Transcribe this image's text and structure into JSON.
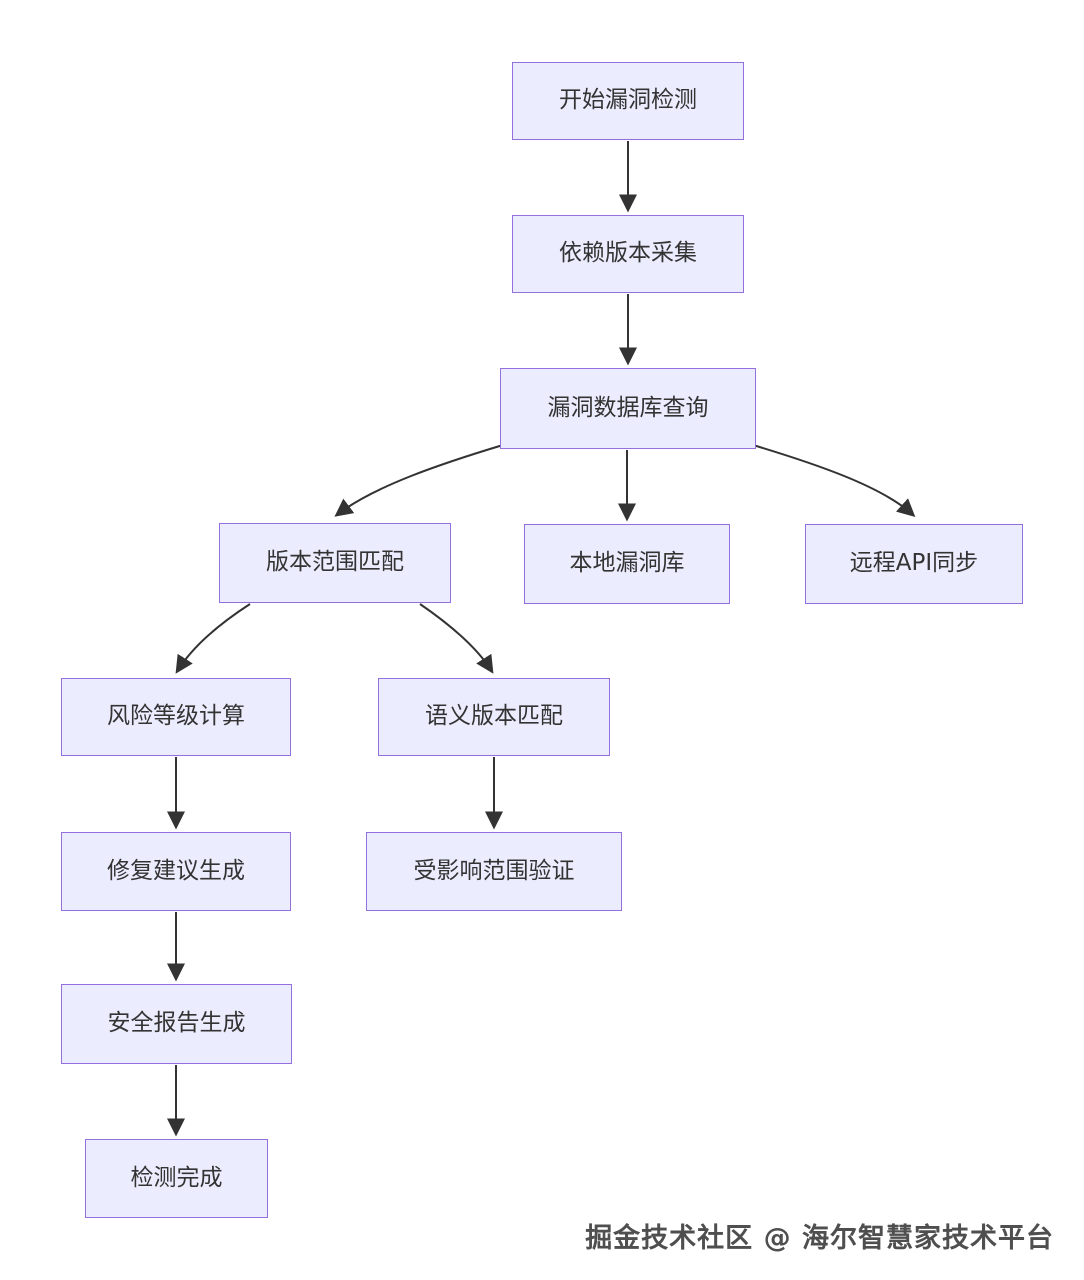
{
  "nodes": [
    {
      "id": "start",
      "label": "开始漏洞检测"
    },
    {
      "id": "collect",
      "label": "依赖版本采集"
    },
    {
      "id": "query",
      "label": "漏洞数据库查询"
    },
    {
      "id": "range",
      "label": "版本范围匹配"
    },
    {
      "id": "localdb",
      "label": "本地漏洞库"
    },
    {
      "id": "remote",
      "label": "远程API同步"
    },
    {
      "id": "risk",
      "label": "风险等级计算"
    },
    {
      "id": "semver",
      "label": "语义版本匹配"
    },
    {
      "id": "fix",
      "label": "修复建议生成"
    },
    {
      "id": "scope",
      "label": "受影响范围验证"
    },
    {
      "id": "report",
      "label": "安全报告生成"
    },
    {
      "id": "done",
      "label": "检测完成"
    }
  ],
  "edges": [
    {
      "from": "start",
      "to": "collect"
    },
    {
      "from": "collect",
      "to": "query"
    },
    {
      "from": "query",
      "to": "range"
    },
    {
      "from": "query",
      "to": "localdb"
    },
    {
      "from": "query",
      "to": "remote"
    },
    {
      "from": "range",
      "to": "risk"
    },
    {
      "from": "range",
      "to": "semver"
    },
    {
      "from": "risk",
      "to": "fix"
    },
    {
      "from": "semver",
      "to": "scope"
    },
    {
      "from": "fix",
      "to": "report"
    },
    {
      "from": "report",
      "to": "done"
    }
  ],
  "colors": {
    "node_fill": "#ECECFF",
    "node_border": "#9370DB",
    "edge": "#333333",
    "node_text": "#333333",
    "watermark_text": "#4F4F4F",
    "background": "#FFFFFF"
  },
  "watermark": {
    "text": "掘金技术社区 @ 海尔智慧家技术平台"
  }
}
